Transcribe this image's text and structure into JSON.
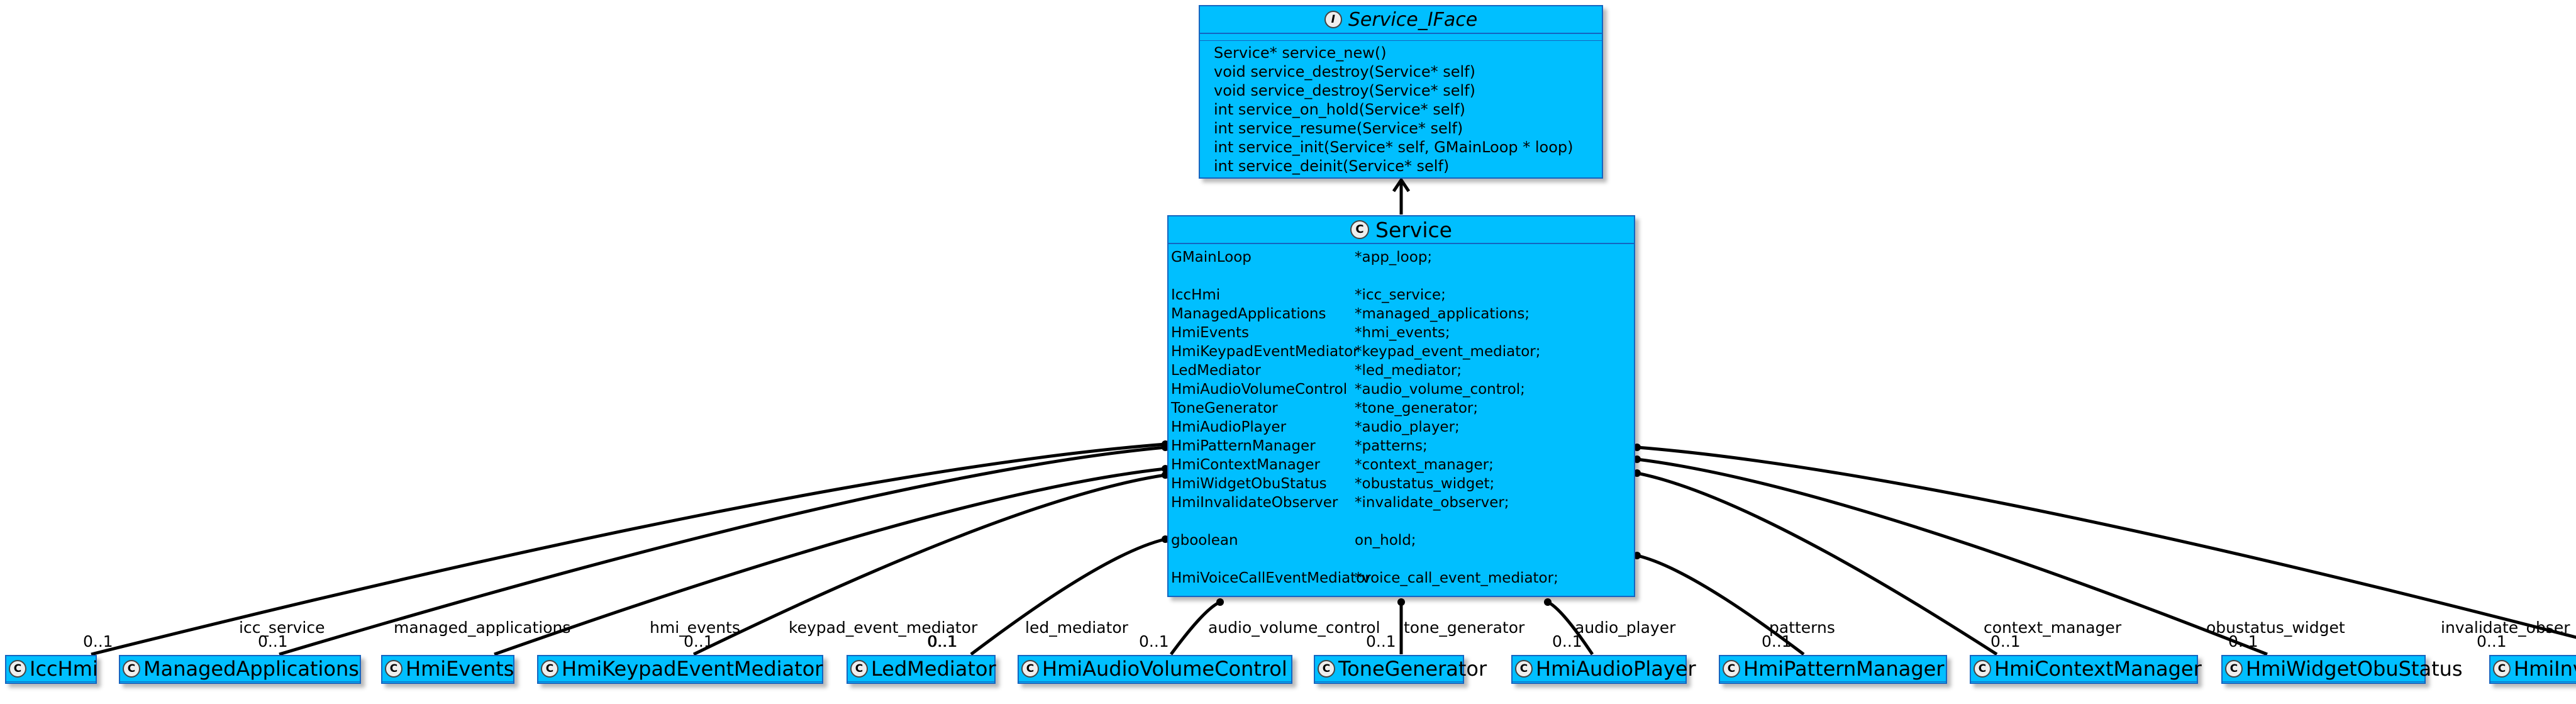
{
  "interface": {
    "stereotype": "I",
    "name": "Service_IFace",
    "methods": [
      "Service* service_new()",
      "void service_destroy(Service* self)",
      "void service_destroy(Service* self)",
      "int service_on_hold(Service* self)",
      "int service_resume(Service* self)",
      "int service_init(Service* self, GMainLoop * loop)",
      "int service_deinit(Service* self)"
    ]
  },
  "service": {
    "stereotype": "C",
    "name": "Service",
    "fields": [
      {
        "type": "GMainLoop",
        "name": "*app_loop;"
      },
      {
        "type": "",
        "name": ""
      },
      {
        "type": "IccHmi",
        "name": "*icc_service;"
      },
      {
        "type": "ManagedApplications",
        "name": "*managed_applications;"
      },
      {
        "type": "HmiEvents",
        "name": "*hmi_events;"
      },
      {
        "type": "HmiKeypadEventMediator",
        "name": "*keypad_event_mediator;"
      },
      {
        "type": "LedMediator",
        "name": "*led_mediator;"
      },
      {
        "type": "HmiAudioVolumeControl",
        "name": "*audio_volume_control;"
      },
      {
        "type": "ToneGenerator",
        "name": "*tone_generator;"
      },
      {
        "type": "HmiAudioPlayer",
        "name": "*audio_player;"
      },
      {
        "type": "HmiPatternManager",
        "name": "*patterns;"
      },
      {
        "type": "HmiContextManager",
        "name": "*context_manager;"
      },
      {
        "type": "HmiWidgetObuStatus",
        "name": "*obustatus_widget;"
      },
      {
        "type": "HmiInvalidateObserver",
        "name": "*invalidate_observer;"
      },
      {
        "type": "",
        "name": ""
      },
      {
        "type": "gboolean",
        "name": "on_hold;"
      },
      {
        "type": "",
        "name": ""
      },
      {
        "type": "HmiVoiceCallEventMediator",
        "name": "*voice_call_event_mediator;"
      }
    ]
  },
  "classes": [
    {
      "stereotype": "C",
      "name": "IccHmi",
      "role": "icc_service",
      "multiplicity": "0..1"
    },
    {
      "stereotype": "C",
      "name": "ManagedApplications",
      "role": "managed_applications",
      "multiplicity": "0..1"
    },
    {
      "stereotype": "C",
      "name": "HmiEvents",
      "role": "hmi_events",
      "multiplicity": "0..1"
    },
    {
      "stereotype": "C",
      "name": "HmiKeypadEventMediator",
      "role": "keypad_event_mediator",
      "multiplicity": "0..1"
    },
    {
      "stereotype": "C",
      "name": "LedMediator",
      "role": "led_mediator",
      "multiplicity": "0..1"
    },
    {
      "stereotype": "C",
      "name": "HmiAudioVolumeControl",
      "role": "audio_volume_control",
      "multiplicity": "0..1"
    },
    {
      "stereotype": "C",
      "name": "ToneGenerator",
      "role": "tone_generator",
      "multiplicity": "0..1"
    },
    {
      "stereotype": "C",
      "name": "HmiAudioPlayer",
      "role": "audio_player",
      "multiplicity": "0..1"
    },
    {
      "stereotype": "C",
      "name": "HmiPatternManager",
      "role": "patterns",
      "multiplicity": "0..1"
    },
    {
      "stereotype": "C",
      "name": "HmiContextManager",
      "role": "context_manager",
      "multiplicity": "0..1"
    },
    {
      "stereotype": "C",
      "name": "HmiWidgetObuStatus",
      "role": "obustatus_widget",
      "multiplicity": "0..1"
    },
    {
      "stereotype": "C",
      "name": "HmiInv",
      "role": "invalidate_obser",
      "multiplicity": "0..1"
    }
  ],
  "colors": {
    "class_fill": "#00bfff",
    "class_border": "#1565c0",
    "line": "#000000",
    "background": "#ffffff"
  }
}
